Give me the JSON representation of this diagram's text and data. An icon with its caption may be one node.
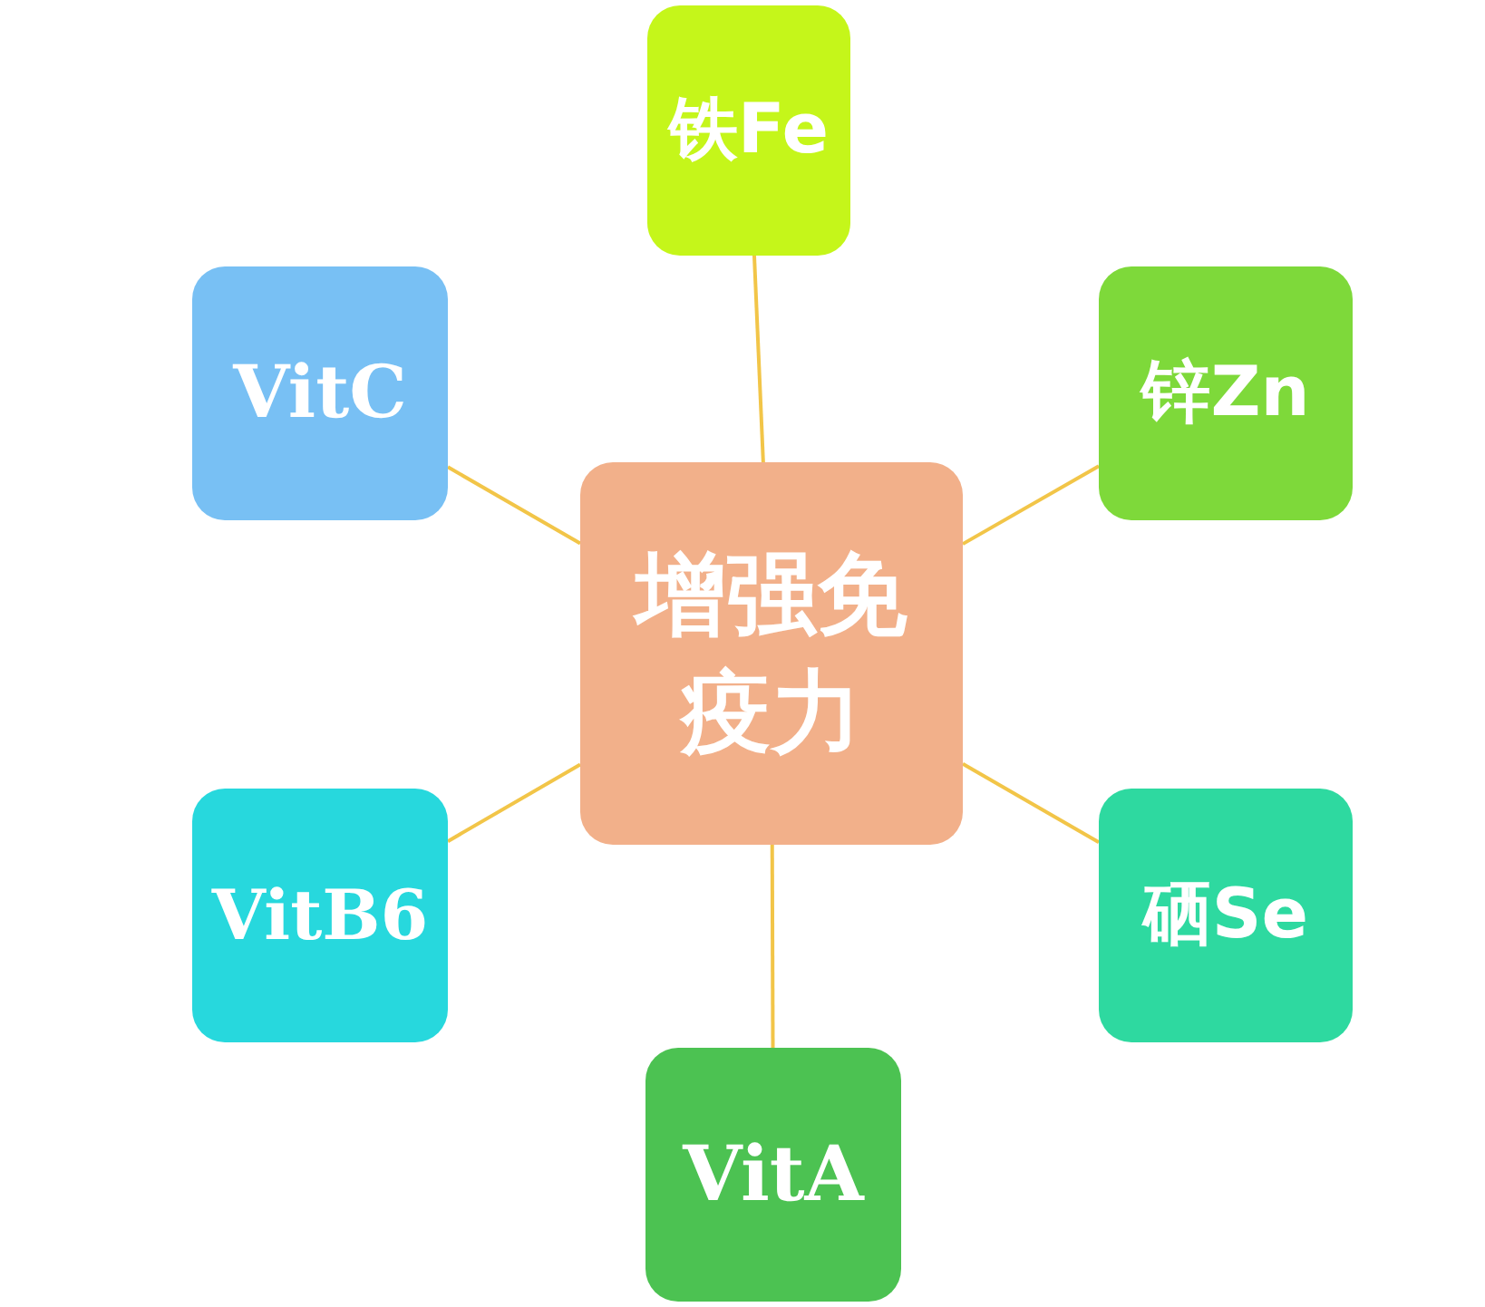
{
  "diagram": {
    "nodes": [
      {
        "text": [
          "铁Fe"
        ]
      },
      {
        "text": [
          "VitC"
        ]
      },
      {
        "text": [
          "锌Zn"
        ]
      },
      {
        "text": [
          "增强免疫力"
        ]
      },
      {
        "text": [
          "VitB6"
        ]
      },
      {
        "text": [
          "硒Se"
        ]
      },
      {
        "text": [
          "VitA"
        ]
      }
    ],
    "edges": [
      {
        "from": 3,
        "to": 0,
        "arrow": "none"
      },
      {
        "from": 3,
        "to": 1,
        "arrow": "none"
      },
      {
        "from": 3,
        "to": 2,
        "arrow": "none"
      },
      {
        "from": 3,
        "to": 4,
        "arrow": "none"
      },
      {
        "from": 3,
        "to": 5,
        "arrow": "none"
      },
      {
        "from": 3,
        "to": 6,
        "arrow": "none"
      }
    ]
  }
}
